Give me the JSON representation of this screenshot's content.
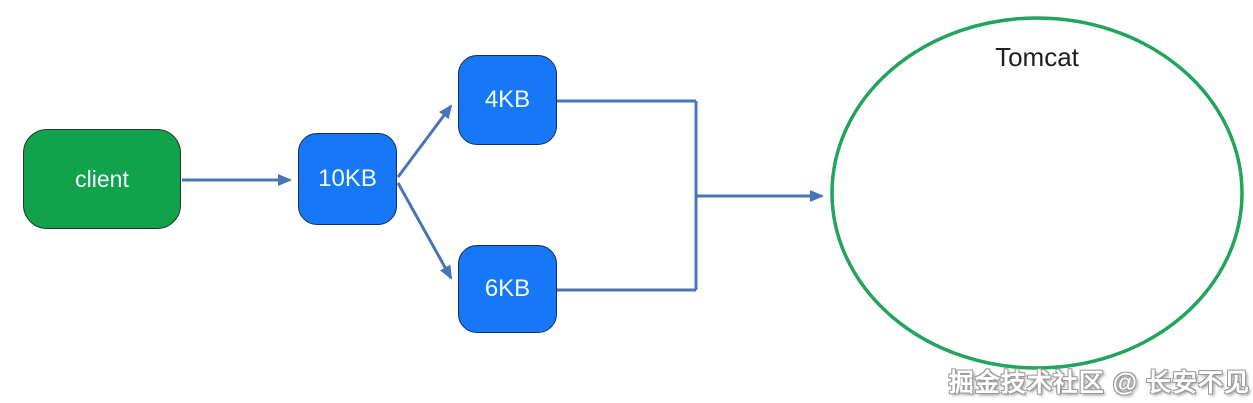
{
  "nodes": {
    "client": "client",
    "packet_total": "10KB",
    "packet_part_a": "4KB",
    "packet_part_b": "6KB",
    "server": "Tomcat"
  },
  "watermark": {
    "text": "掘金技术社区 @ 长安不见"
  },
  "colors": {
    "node-green": "#12A24B",
    "node-green-border": "#1E3B2A",
    "node-blue": "#1677F7",
    "node-blue-border": "#142F55",
    "connector": "#4A74B8",
    "ellipse-stroke": "#22A45C",
    "node-text": "#F4FBFF",
    "tomcat-text": "#1F1F1F",
    "background": "#FFFFFF"
  }
}
